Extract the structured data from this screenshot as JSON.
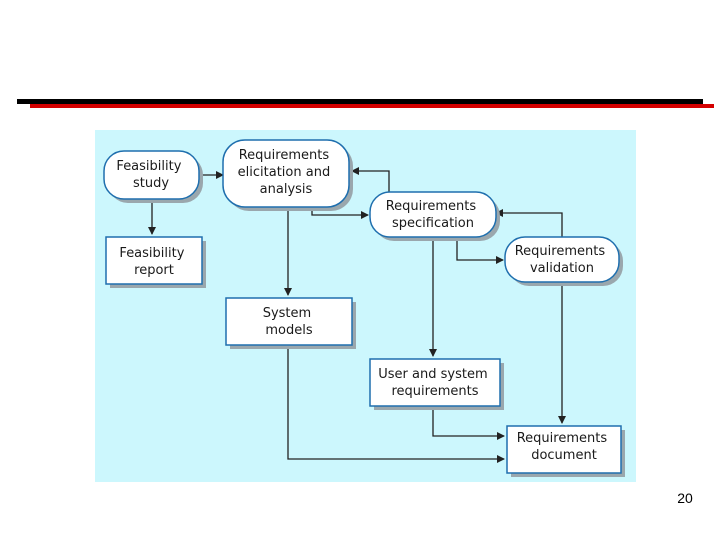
{
  "colors": {
    "panel_background": "#ccf7fd",
    "box_fill": "#ffffff",
    "box_stroke": "#1f6fae",
    "box_shadow": "#9aa7ad",
    "arrow": "#222222",
    "rule_black": "#000000",
    "rule_red": "#d40000"
  },
  "diagram": {
    "nodes": {
      "feasibility_study": [
        "Feasibility",
        "study"
      ],
      "feasibility_report": [
        "Feasibility",
        "report"
      ],
      "elicitation": [
        "Requirements",
        "elicitation and",
        "analysis"
      ],
      "specification": [
        "Requirements",
        "specification"
      ],
      "validation": [
        "Requirements",
        "validation"
      ],
      "system_models": [
        "System",
        "models"
      ],
      "user_system_requirements": [
        "User and system",
        "requirements"
      ],
      "requirements_document": [
        "Requirements",
        "document"
      ]
    }
  },
  "page_number": "20"
}
